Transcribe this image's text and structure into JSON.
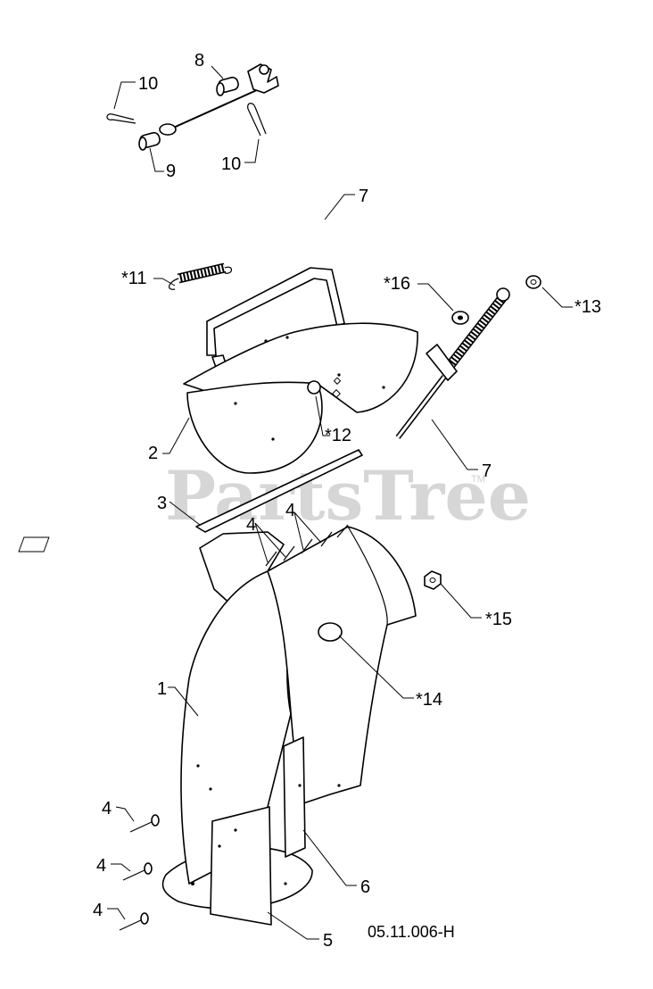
{
  "watermark": {
    "text": "PartsTree",
    "tm": "TM"
  },
  "drawing_number": "05.11.006-H",
  "callouts": [
    {
      "id": "c8",
      "text": "8"
    },
    {
      "id": "c10a",
      "text": "10"
    },
    {
      "id": "c9",
      "text": "9"
    },
    {
      "id": "c10b",
      "text": "10"
    },
    {
      "id": "c7a",
      "text": "7"
    },
    {
      "id": "c11",
      "text": "*11"
    },
    {
      "id": "c16",
      "text": "*16"
    },
    {
      "id": "c13",
      "text": "*13"
    },
    {
      "id": "c2",
      "text": "2"
    },
    {
      "id": "c12",
      "text": "*12"
    },
    {
      "id": "c7b",
      "text": "7"
    },
    {
      "id": "c3",
      "text": "3"
    },
    {
      "id": "c4a",
      "text": "4"
    },
    {
      "id": "c4b",
      "text": "4"
    },
    {
      "id": "c15",
      "text": "*15"
    },
    {
      "id": "c14",
      "text": "*14"
    },
    {
      "id": "c1",
      "text": "1"
    },
    {
      "id": "c4c",
      "text": "4"
    },
    {
      "id": "c4d",
      "text": "4"
    },
    {
      "id": "c4e",
      "text": "4"
    },
    {
      "id": "c6",
      "text": "6"
    },
    {
      "id": "c5",
      "text": "5"
    }
  ]
}
